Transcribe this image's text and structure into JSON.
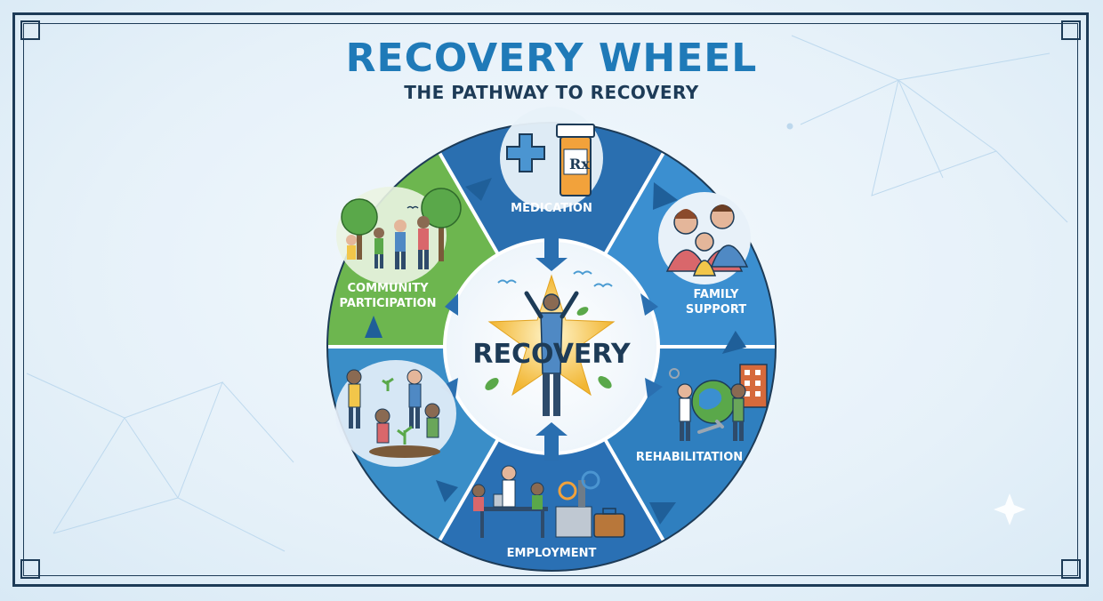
{
  "header": {
    "title": "RECOVERY WHEEL",
    "subtitle": "THE PATHWAY TO RECOVERY"
  },
  "center": {
    "label": "RECOVERY"
  },
  "segments": [
    {
      "label": "MEDICATION",
      "icon": "medication-icon",
      "color": "#2a6fb0"
    },
    {
      "label_line1": "FAMILY",
      "label_line2": "SUPPORT",
      "icon": "family-icon",
      "color": "#3b8fd0"
    },
    {
      "label": "REHABILITATION",
      "icon": "rehabilitation-icon",
      "color": "#2f7fbf"
    },
    {
      "label": "EMPLOYMENT",
      "icon": "employment-icon",
      "color": "#2e78bb"
    },
    {
      "label": "",
      "icon": "gardening-icon",
      "color": "#3a8ec8"
    },
    {
      "label_line1": "COMMUNITY",
      "label_line2": "PARTICIPATION",
      "icon": "community-icon",
      "color": "#6db64f"
    }
  ],
  "colors": {
    "title": "#1f7ab8",
    "frame": "#1d3b57",
    "star": "#f5c542",
    "leaf": "#5aa84a"
  }
}
